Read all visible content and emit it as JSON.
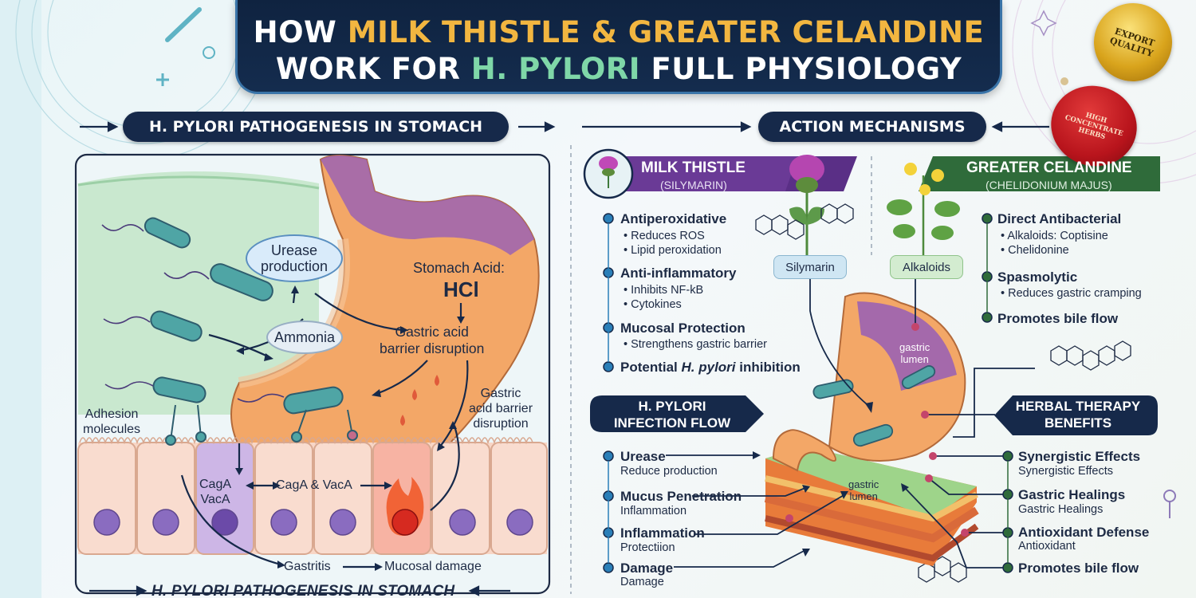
{
  "title": {
    "line1_a": "HOW ",
    "line1_b": "MILK THISTLE & GREATER CELANDINE",
    "line2_a": "WORK FOR ",
    "line2_b": "H. PYLORI",
    "line2_c": " FULL PHYSIOLOGY"
  },
  "seals": {
    "gold": [
      "EXPORT",
      "QUALITY"
    ],
    "red": [
      "HIGH",
      "CONCENTRATE",
      "HERBS"
    ]
  },
  "left_panel": {
    "header": "H. PYLORI PATHOGENESIS IN STOMACH",
    "urease": [
      "Urease",
      "production"
    ],
    "ammonia": "Ammonia",
    "stomach_acid": "Stomach Acid:",
    "hcl": "HCl",
    "barrier1": [
      "Gastric acid",
      "barrier disruption"
    ],
    "barrier2": [
      "Gastric",
      "acid barrier",
      "disruption"
    ],
    "adhesion": [
      "Adhesion",
      "molecules"
    ],
    "caga_vaca_cell": [
      "CagA",
      "VacA"
    ],
    "caga_vaca": "CagA & VacA",
    "gastritis": "Gastritis",
    "mucosal_damage": "Mucosal damage",
    "footer": "H. PYLORI PATHOGENESIS IN STOMACH"
  },
  "right_panel": {
    "header": "ACTION MECHANISMS",
    "milk_thistle": {
      "name": "MILK THISTLE",
      "sub": "(SILYMARIN)"
    },
    "celandine": {
      "name": "GREATER CELANDINE",
      "sub": "(CHELIDONIUM MAJUS)"
    },
    "milk_list": [
      {
        "title": "Antiperoxidative",
        "items": [
          "Reduces ROS",
          "Lipid peroxidation"
        ]
      },
      {
        "title": "Anti-inflammatory",
        "items": [
          "Inhibits NF-kB",
          "Cytokines"
        ]
      },
      {
        "title": "Mucosal Protection",
        "items": [
          "Strengthens gastric barrier"
        ]
      },
      {
        "title_a": "Potential ",
        "title_b": "H. pylori",
        "title_c": " inhibition",
        "items": []
      }
    ],
    "celandine_list": [
      {
        "title": "Direct Antibacterial",
        "items": [
          "Alkaloids: Coptisine",
          "Chelidonine"
        ]
      },
      {
        "title": "Spasmolytic",
        "items": [
          "Reduces gastric cramping"
        ]
      },
      {
        "title": "Promotes bile flow",
        "items": []
      }
    ],
    "silymarin_tag": "Silymarin",
    "alkaloids_tag": "Alkaloids",
    "lumen_top": [
      "gastric",
      "lumen"
    ],
    "lumen_bottom": [
      "gastric",
      "lumen"
    ],
    "infection_flow": [
      "H. PYLORI",
      "INFECTION FLOW"
    ],
    "therapy_benefits": [
      "HERBAL THERAPY",
      "BENEFITS"
    ],
    "flow_list": [
      {
        "title": "Urease",
        "sub": "Reduce production"
      },
      {
        "title": "Mucus Penetration",
        "sub": "Inflammation"
      },
      {
        "title": "Inflammation",
        "sub": "Protectiion"
      },
      {
        "title": "Damage",
        "sub": "Damage"
      }
    ],
    "benefit_list": [
      {
        "title": "Synergistic Effects",
        "sub": "Synergistic Effects"
      },
      {
        "title": "Gastric Healings",
        "sub": "Gastric Healings"
      },
      {
        "title": "Antioxidant Defense",
        "sub": "Antioxidant"
      },
      {
        "title": "Promotes bile flow",
        "sub": ""
      }
    ]
  },
  "colors": {
    "navy": "#16294a",
    "gold": "#f2b640",
    "green": "#7fd7a8",
    "purple": "#7b4fa0",
    "celandine_green": "#2f6b3a"
  }
}
